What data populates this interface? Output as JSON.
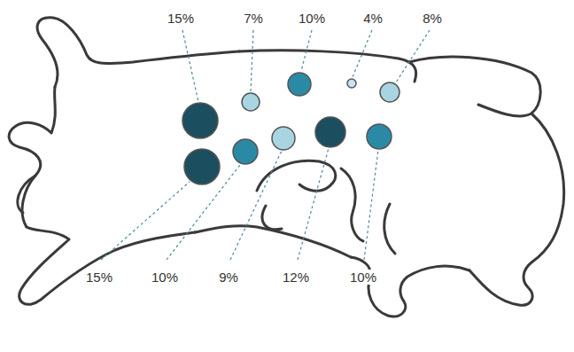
{
  "diagram": {
    "labels": [
      "15%",
      "7%",
      "10%",
      "4%",
      "8%",
      "15%",
      "10%",
      "9%",
      "12%",
      "10%"
    ]
  }
}
